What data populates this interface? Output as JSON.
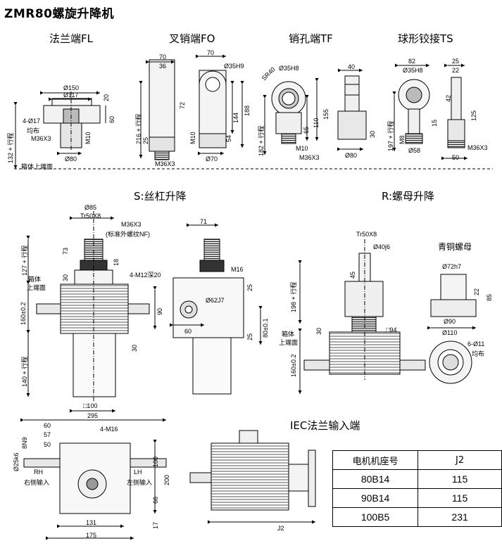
{
  "title": "ZMR80螺旋升降机",
  "end_fittings": {
    "fl": {
      "label": "法兰端FL",
      "dims": [
        "Ø150",
        "Ø117",
        "20",
        "4-Ø17",
        "均布",
        "M36X3",
        "M10",
        "60",
        "Ø80",
        "132 + 行程"
      ]
    },
    "fo": {
      "label": "叉销端FO",
      "dims": [
        "70",
        "36",
        "70",
        "Ø35H9",
        "72",
        "144",
        "188",
        "216 + 行程",
        "25",
        "M10",
        "M36X3",
        "54",
        "Ø70"
      ]
    },
    "tf": {
      "label": "销孔端TF",
      "dims": [
        "SR40",
        "Ø35H8",
        "155",
        "110",
        "65",
        "182 + 行程",
        "M10",
        "M36X3",
        "40",
        "30",
        "Ø80"
      ]
    },
    "ts": {
      "label": "球形铰接TS",
      "dims": [
        "82",
        "25",
        "Ø35H8",
        "22",
        "42",
        "125",
        "15",
        "197 + 行程",
        "M8",
        "Ø58",
        "M36X3",
        "50"
      ]
    },
    "base_label": "箱体上端面"
  },
  "s_lift": {
    "label": "S:丝杠升降",
    "dims": [
      "Ø85",
      "Tr50X8",
      "M36X3",
      "(标准外螺纹NF)",
      "73",
      "18",
      "127 + 行程",
      "箱体",
      "上端面",
      "30",
      "160±0.2",
      "140 + 行程",
      "□100",
      "30",
      "71",
      "4-M12深20",
      "M16",
      "90",
      "Ø62J7",
      "60",
      "25",
      "80±0.1",
      "25"
    ]
  },
  "r_lift": {
    "label": "R:螺母升降",
    "nut_label": "青铜螺母",
    "dims": [
      "Tr50X8",
      "Ø40j6",
      "45",
      "198 + 行程",
      "箱体",
      "上端面",
      "30",
      "□94",
      "160±0.2",
      "Ø72h7",
      "22",
      "85",
      "Ø90",
      "Ø110",
      "6-Ø11",
      "均布"
    ]
  },
  "top_view": {
    "dims": [
      "295",
      "60",
      "57",
      "50",
      "4-M16",
      "8N9",
      "Ø25k6",
      "RH",
      "右侧输入",
      "LH",
      "左侧输入",
      "100",
      "200",
      "66",
      "131",
      "175",
      "17"
    ]
  },
  "iec": {
    "label": "IEC法兰输入端",
    "dim": "J2",
    "table": {
      "headers": [
        "电机机座号",
        "J2"
      ],
      "rows": [
        [
          "80B14",
          "115"
        ],
        [
          "90B14",
          "115"
        ],
        [
          "100B5",
          "231"
        ]
      ]
    }
  }
}
